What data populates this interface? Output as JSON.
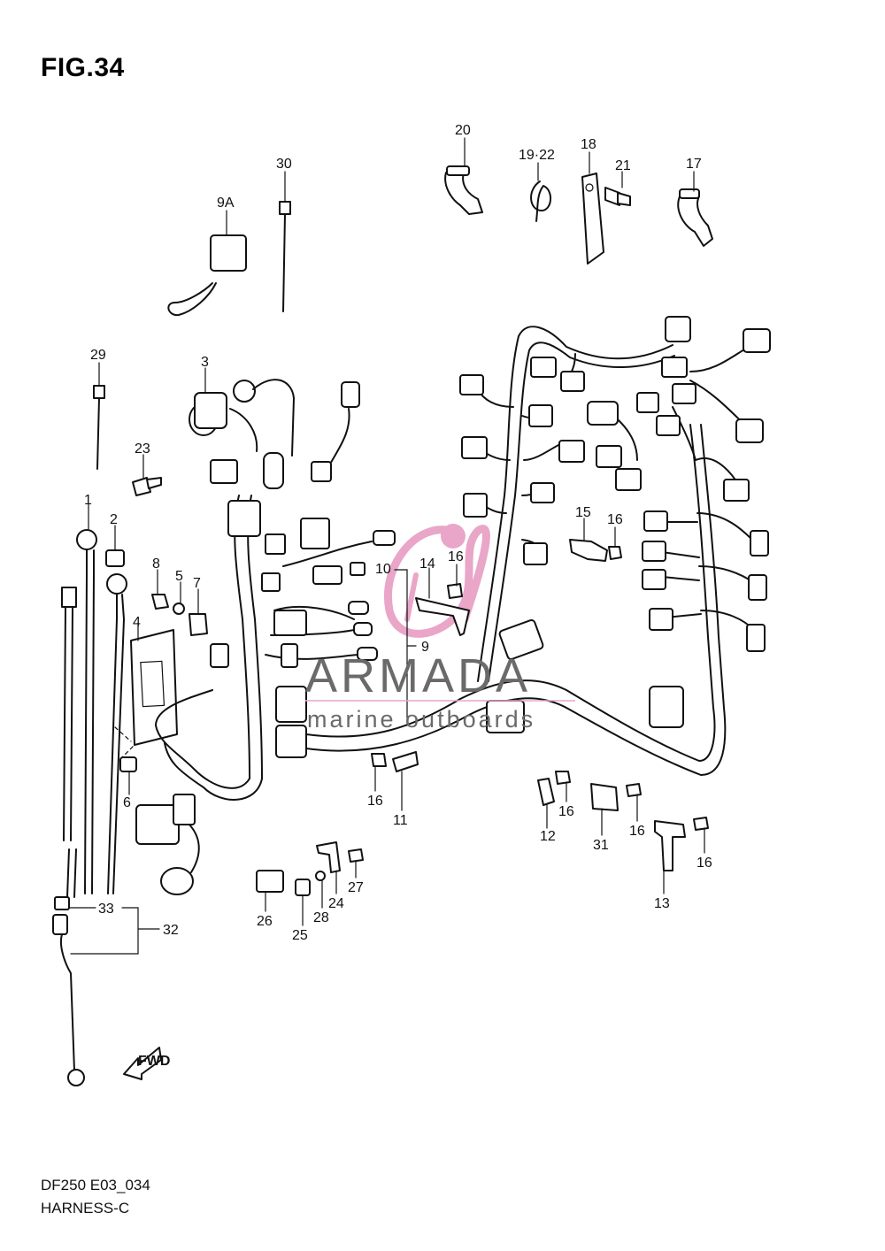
{
  "figure": {
    "title": "FIG.34",
    "model_code": "DF250 E03_034",
    "section_name": "HARNESS-C",
    "fwd_arrow_label": "FWD"
  },
  "watermark": {
    "brand": "ARMADA",
    "tagline": "marine outboards",
    "logo_color": "#e9a6c8",
    "text_color": "#6a6a6a"
  },
  "callouts": [
    "1",
    "2",
    "3",
    "4",
    "5",
    "6",
    "7",
    "8",
    "9",
    "9A",
    "10",
    "11",
    "12",
    "13",
    "14",
    "15",
    "16",
    "16",
    "16",
    "16",
    "16",
    "16",
    "17",
    "18",
    "19·22",
    "20",
    "21",
    "23",
    "24",
    "25",
    "26",
    "27",
    "28",
    "29",
    "30",
    "31",
    "32",
    "33"
  ]
}
